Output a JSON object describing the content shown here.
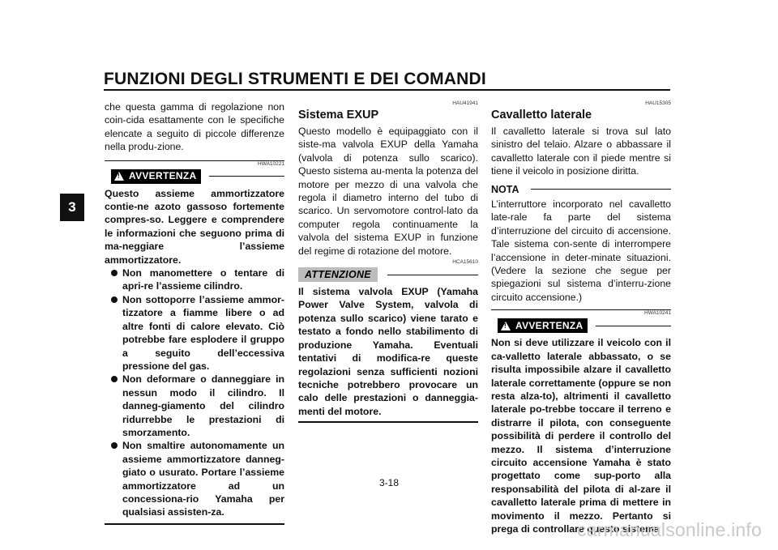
{
  "header": {
    "title": "FUNZIONI DEGLI STRUMENTI E DEI COMANDI",
    "chapter": "3"
  },
  "col1": {
    "intro": "che questa gamma di regolazione non coin-cida esattamente con le specifiche elencate a seguito di piccole differenze nella produ-zione.",
    "warning": {
      "code": "HWA10221",
      "label": "AVVERTENZA",
      "lead": "Questo assieme ammortizzatore contie-ne azoto gassoso fortemente compres-so. Leggere e comprendere le informazioni che seguono prima di ma-neggiare l’assieme ammortizzatore.",
      "bullets": [
        "Non manomettere o tentare di apri-re l’assieme cilindro.",
        "Non sottoporre l’assieme ammor-tizzatore a fiamme libere o ad altre fonti di calore elevato. Ciò potrebbe fare esplodere il gruppo a seguito dell’eccessiva pressione del gas.",
        "Non deformare o danneggiare in nessun modo il cilindro. Il danneg-giamento del cilindro ridurrebbe le prestazioni di smorzamento.",
        "Non smaltire autonomamente un assieme ammortizzatore danneg-giato o usurato. Portare l’assieme ammortizzatore ad un concessiona-rio Yamaha per qualsiasi assisten-za."
      ]
    }
  },
  "col2": {
    "code": "HAU41941",
    "title": "Sistema EXUP",
    "body": "Questo modello è equipaggiato con il siste-ma valvola EXUP della Yamaha (valvola di potenza sullo scarico). Questo sistema au-menta la potenza del motore per mezzo di una valvola che regola il diametro interno del tubo di scarico. Un servomotore control-lato da computer regola continuamente la valvola del sistema EXUP in funzione del regime di rotazione del motore.",
    "caution": {
      "code": "HCA15610",
      "label": "ATTENZIONE",
      "text": "Il sistema valvola EXUP (Yamaha Power Valve System, valvola di potenza sullo scarico) viene tarato e testato a fondo nello stabilimento di produzione Yamaha. Eventuali tentativi di modifica-re queste regolazioni senza sufficienti nozioni tecniche potrebbero provocare un calo delle prestazioni o danneggia-menti del motore."
    }
  },
  "col3": {
    "code": "HAU15305",
    "title": "Cavalletto laterale",
    "body": "Il cavalletto laterale si trova sul lato sinistro del telaio. Alzare o abbassare il cavalletto laterale con il piede mentre si tiene il veicolo in posizione diritta.",
    "nota": {
      "label": "NOTA",
      "text": "L’interruttore incorporato nel cavalletto late-rale fa parte del sistema d’interruzione del circuito di accensione. Tale sistema con-sente di interrompere l’accensione in deter-minate situazioni. (Vedere la sezione che segue per spiegazioni sul sistema d’interru-zione circuito accensione.)"
    },
    "warning": {
      "code": "HWA10241",
      "label": "AVVERTENZA",
      "text": "Non si deve utilizzare il veicolo con il ca-valletto laterale abbassato, o se risulta impossibile alzare il cavalletto laterale correttamente (oppure se non resta alza-to), altrimenti il cavalletto laterale po-trebbe toccare il terreno e distrarre il pilota, con conseguente possibilità di perdere il controllo del mezzo. Il sistema d’interruzione circuito accensione Yamaha è stato progettato come sup-porto alla responsabilità del pilota di al-zare il cavalletto laterale prima di mettere in movimento il mezzo. Pertanto si prega di controllare questo sistema"
    }
  },
  "footer": {
    "page_number": "3-18",
    "watermark": "carmanualsonline.info"
  }
}
